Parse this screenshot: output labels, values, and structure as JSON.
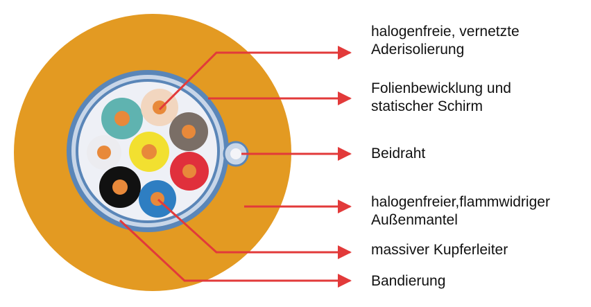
{
  "diagram": {
    "labels": [
      {
        "id": "aderisolierung",
        "lines": [
          "halogenfreie, vernetzte",
          "Aderisolierung"
        ]
      },
      {
        "id": "folienbewicklung",
        "lines": [
          "Folienbewicklung und",
          "statischer Schirm"
        ]
      },
      {
        "id": "beidraht",
        "lines": [
          "Beidraht"
        ]
      },
      {
        "id": "aussenmantel",
        "lines": [
          "halogenfreier,flammwidriger",
          "Außenmantel"
        ]
      },
      {
        "id": "kupferleiter",
        "lines": [
          "massiver Kupferleiter"
        ]
      },
      {
        "id": "bandierung",
        "lines": [
          "Bandierung"
        ]
      }
    ],
    "colors": {
      "outer_jacket": "#e39a22",
      "shield": "#5a86b8",
      "shield_inner": "#c8d6e8",
      "fill": "#eef0f6",
      "arrow": "#e23a3a",
      "core_conductor": "#e8893a"
    },
    "cores": [
      {
        "color": "#5fb3b0",
        "name": "turquoise"
      },
      {
        "color": "#f2d6bf",
        "name": "light-orange"
      },
      {
        "color": "#7a6e66",
        "name": "grey"
      },
      {
        "color": "#ececf0",
        "name": "white"
      },
      {
        "color": "#f2e030",
        "name": "yellow"
      },
      {
        "color": "#e0303c",
        "name": "red"
      },
      {
        "color": "#111111",
        "name": "black"
      },
      {
        "color": "#2e7ec2",
        "name": "blue"
      }
    ]
  }
}
